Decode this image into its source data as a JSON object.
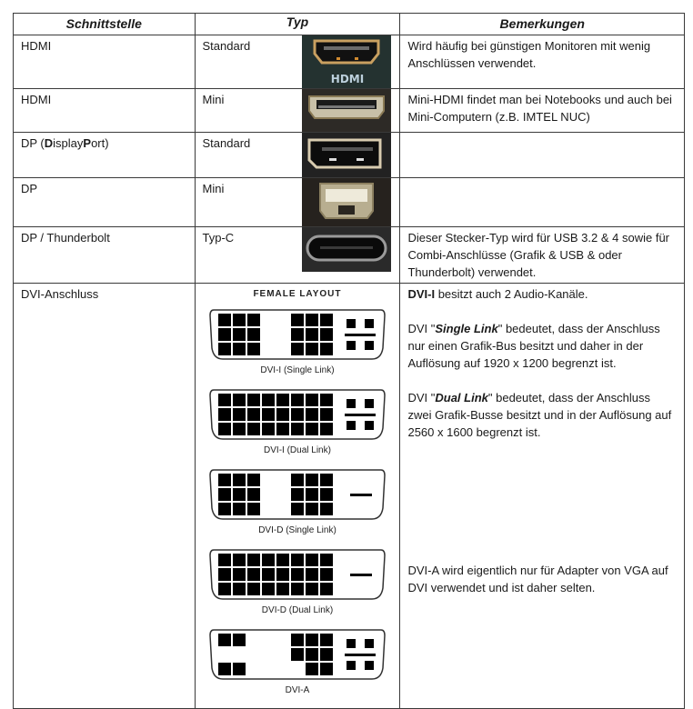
{
  "headers": {
    "col1": "Schnittstelle",
    "col2": "Typ",
    "col3": "Bemerkungen"
  },
  "rows": [
    {
      "interface": "HDMI",
      "type": "Standard",
      "icon": "hdmi-standard-port-photo",
      "remark": "Wird häufig bei günstigen Monitoren mit wenig Anschlüssen verwendet.",
      "logo": "HDMI"
    },
    {
      "interface": "HDMI",
      "type": "Mini",
      "icon": "mini-hdmi-port-photo",
      "remark": "Mini-HDMI findet man bei Notebooks und auch bei Mini-Computern (z.B. IMTEL NUC)"
    },
    {
      "interface_parts": [
        "DP (",
        "D",
        "isplay",
        "P",
        "ort)"
      ],
      "type": "Standard",
      "icon": "displayport-port-photo",
      "remark": ""
    },
    {
      "interface": "DP",
      "type": "Mini",
      "icon": "mini-displayport-port-photo",
      "remark": ""
    },
    {
      "interface": "DP / Thunderbolt",
      "type": "Typ-C",
      "icon": "usb-c-port-photo",
      "remark": "Dieser Stecker-Typ wird für USB 3.2 & 4 sowie für Combi-Anschlüsse (Grafik & USB & oder Thunderbolt) verwendet."
    },
    {
      "interface": "DVI-Anschluss"
    }
  ],
  "dvi": {
    "title": "FEMALE LAYOUT",
    "variants": [
      {
        "caption": "DVI-I (Single Link)"
      },
      {
        "caption": "DVI-I (Dual Link)"
      },
      {
        "caption": "DVI-D (Single Link)"
      },
      {
        "caption": "DVI-D (Dual Link)"
      },
      {
        "caption": "DVI-A"
      }
    ],
    "remarks": {
      "p1_bold": "DVI-I",
      "p1_rest": " besitzt auch 2 Audio-Kanäle.",
      "p2_pre": "DVI \"",
      "p2_em": "Single Link",
      "p2_post": "\" bedeutet, dass der Anschluss nur einen Grafik-Bus besitzt und daher in der Auflösung auf 1920 x 1200 begrenzt ist.",
      "p3_pre": "DVI \"",
      "p3_em": "Dual Link",
      "p3_post": "\" bedeutet, dass der Anschluss zwei Grafik-Busse besitzt und in der Auflösung auf 2560 x 1600 begrenzt ist.",
      "p4": "DVI-A wird eigentlich nur für Adapter von VGA auf DVI verwendet und ist daher selten."
    }
  }
}
